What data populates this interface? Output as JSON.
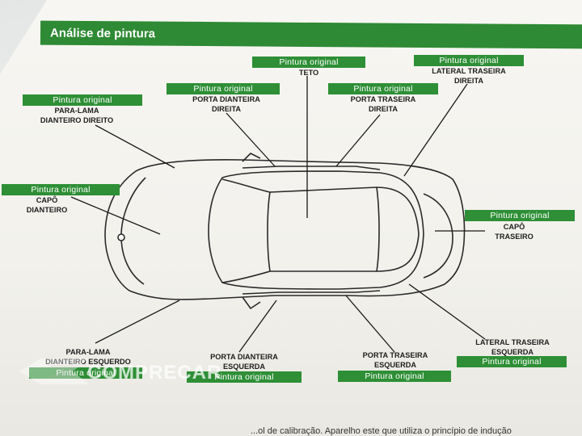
{
  "header": {
    "title": "Análise de pintura"
  },
  "labels": [
    {
      "status": "Pintura original",
      "part": "TETO"
    },
    {
      "status": "Pintura original",
      "part": "LATERAL TRASEIRA\nDIREITA"
    },
    {
      "status": "Pintura original",
      "part": "PORTA DIANTEIRA\nDIREITA"
    },
    {
      "status": "Pintura original",
      "part": "PORTA TRASEIRA\nDIREITA"
    },
    {
      "status": "Pintura original",
      "part": "PARA-LAMA\nDIANTEIRO DIREITO"
    },
    {
      "status": "Pintura original",
      "part": "CAPÔ\nDIANTEIRO"
    },
    {
      "status": "Pintura original",
      "part": "CAPÔ\nTRASEIRO"
    },
    {
      "status": "Pintura original",
      "part": "LATERAL TRASEIRA\nESQUERDA"
    },
    {
      "status": "Pintura original",
      "part": "PARA-LAMA\nDIANTEIRO ESQUERDO"
    },
    {
      "status": "Pintura original",
      "part": "PORTA DIANTEIRA\nESQUERDA"
    },
    {
      "status": "Pintura original",
      "part": "PORTA TRASEIRA\nESQUERDA"
    }
  ],
  "watermark": {
    "text": "COMPRECAR"
  },
  "footer": {
    "text": "...ol de calibração. Aparelho este que utiliza o princípio de indução"
  },
  "colors": {
    "label_green": "#2e8f36",
    "header_green": "#2e8a34"
  }
}
